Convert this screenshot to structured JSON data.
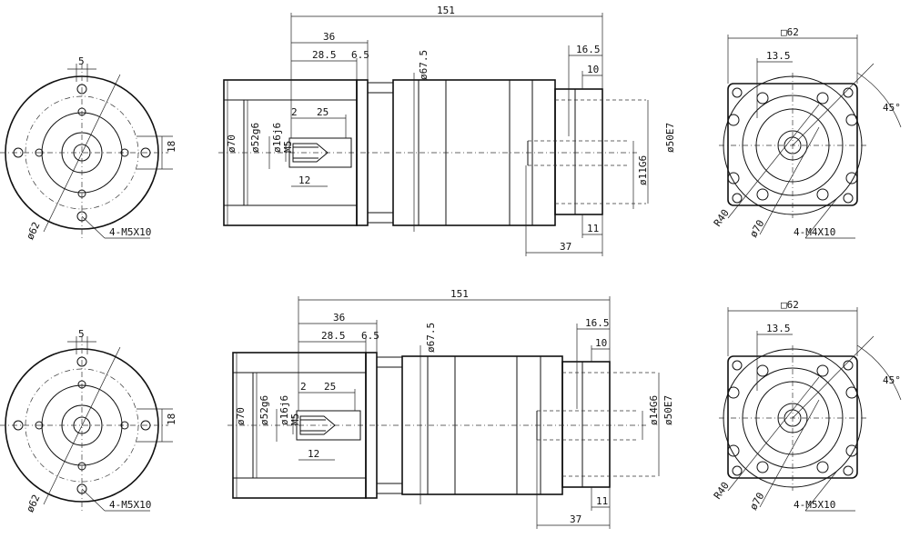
{
  "top": {
    "front": {
      "d5": "5",
      "d18": "18",
      "dia62": "ø62",
      "holes": "4-M5X10"
    },
    "side": {
      "d151": "151",
      "d36": "36",
      "d28_5": "28.5",
      "d6_5": "6.5",
      "d67_5": "ø67.5",
      "d16_5": "16.5",
      "d10": "10",
      "d2": "2",
      "d25": "25",
      "d12": "12",
      "d70": "ø70",
      "d52g6": "ø52g6",
      "d16j6": "ø16j6",
      "m5": "M5",
      "d50e7": "ø50E7",
      "d11g6": "ø11G6",
      "d37": "37",
      "d11": "11"
    },
    "rear": {
      "sq62": "□62",
      "d13_5": "13.5",
      "a45": "45°",
      "r40": "R40",
      "dia70": "ø70",
      "holes": "4-M4X10"
    }
  },
  "bottom": {
    "front": {
      "d5": "5",
      "d18": "18",
      "dia62": "ø62",
      "holes": "4-M5X10"
    },
    "side": {
      "d151": "151",
      "d36": "36",
      "d28_5": "28.5",
      "d6_5": "6.5",
      "d67_5": "ø67.5",
      "d16_5": "16.5",
      "d10": "10",
      "d2": "2",
      "d25": "25",
      "d12": "12",
      "d70": "ø70",
      "d52g6": "ø52g6",
      "d16j6": "ø16j6",
      "m5": "M5",
      "d14g6": "ø14G6",
      "d50e7": "ø50E7",
      "d37": "37",
      "d11": "11"
    },
    "rear": {
      "sq62": "□62",
      "d13_5": "13.5",
      "a45": "45°",
      "r40": "R40",
      "dia70": "ø70",
      "holes": "4-M5X10"
    }
  }
}
